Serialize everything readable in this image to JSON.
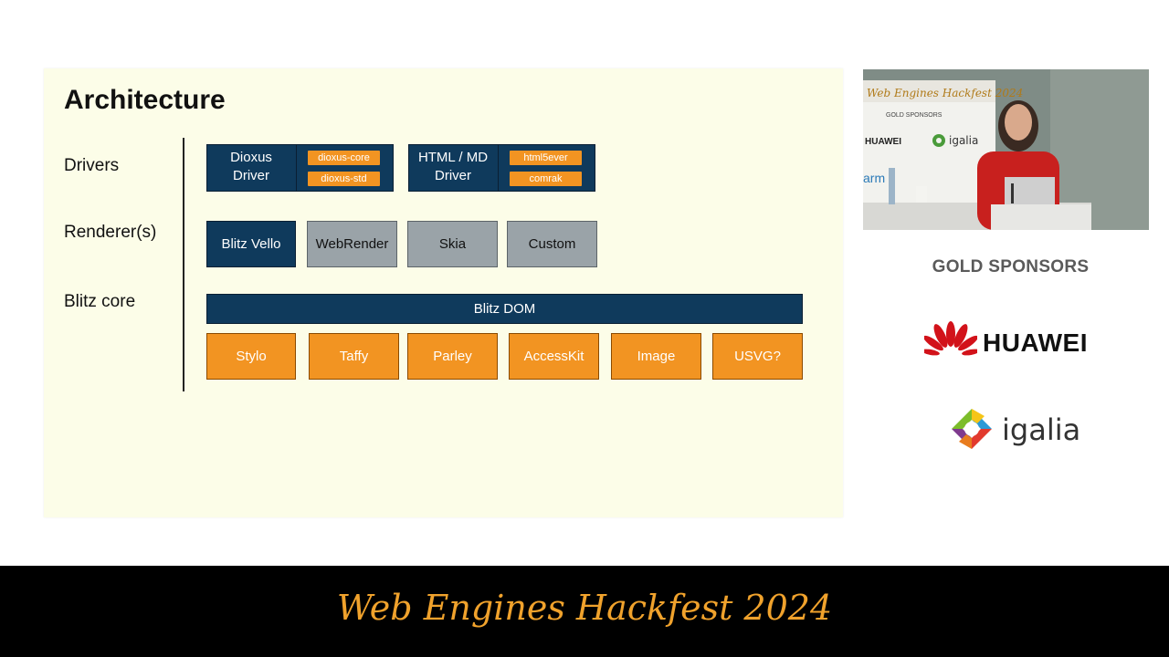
{
  "slide": {
    "title": "Architecture",
    "rows": {
      "drivers": "Drivers",
      "renderers": "Renderer(s)",
      "core": "Blitz core"
    },
    "drivers": [
      {
        "label_line1": "Dioxus",
        "label_line2": "Driver",
        "tags": [
          "dioxus-core",
          "dioxus-std"
        ]
      },
      {
        "label_line1": "HTML / MD",
        "label_line2": "Driver",
        "tags": [
          "html5ever",
          "comrak"
        ]
      }
    ],
    "renderers": [
      "Blitz Vello",
      "WebRender",
      "Skia",
      "Custom"
    ],
    "blitz_dom": "Blitz DOM",
    "core_modules": [
      "Stylo",
      "Taffy",
      "Parley",
      "AccessKit",
      "Image",
      "USVG?"
    ]
  },
  "video": {
    "banner": "Web Engines Hackfest 2024",
    "gold": "GOLD SPONSORS",
    "huawei": "HUAWEI",
    "igalia": "igalia"
  },
  "sponsors": {
    "title": "GOLD SPONSORS",
    "huawei": "HUAWEI",
    "igalia": "igalia"
  },
  "footer": {
    "banner": "Web Engines Hackfest 2024"
  },
  "colors": {
    "navy": "#0f3a5c",
    "orange": "#f29422",
    "gray": "#9aa3a8",
    "slide_bg": "#fcfde8",
    "banner_text": "#f0a22c"
  }
}
